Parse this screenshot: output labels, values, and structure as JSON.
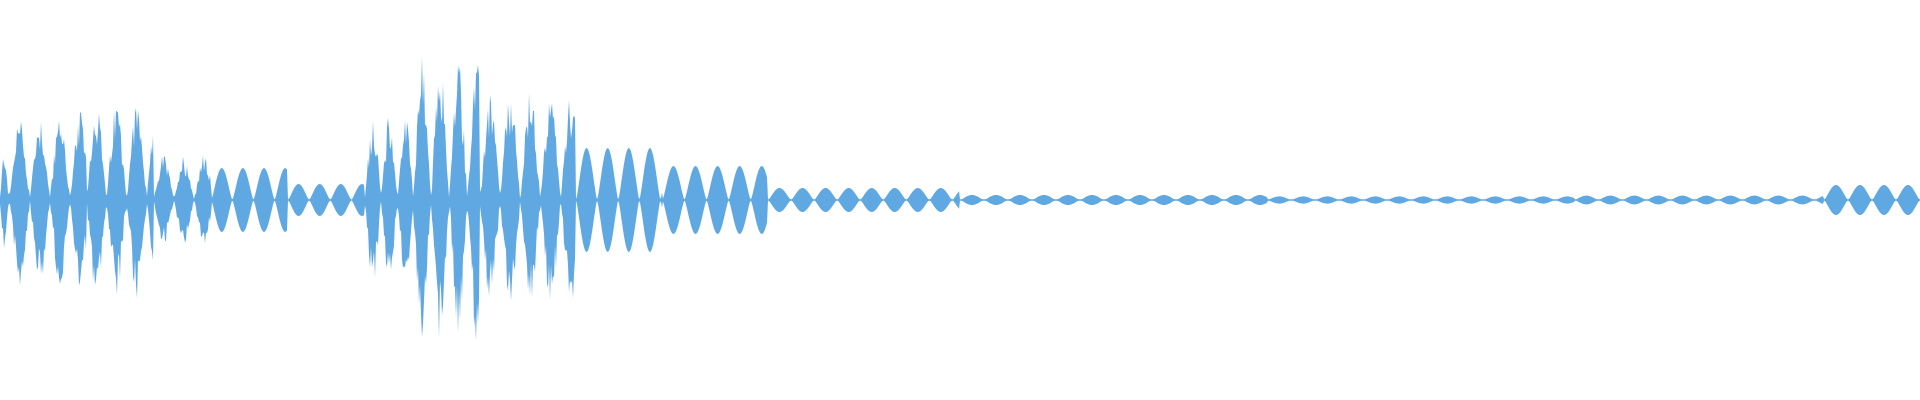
{
  "waveform": {
    "color": "#5fa8e2",
    "background": "#ffffff",
    "amplitude_scale": 1.0,
    "segments": [
      {
        "kind": "noisy",
        "from": 0.0,
        "to": 0.005,
        "amp": 0.25,
        "period": 0.0045
      },
      {
        "kind": "noisy",
        "from": 0.005,
        "to": 0.045,
        "amp": 0.42,
        "period": 0.0105
      },
      {
        "kind": "noisy",
        "from": 0.045,
        "to": 0.08,
        "amp": 0.48,
        "period": 0.0105
      },
      {
        "kind": "noisy",
        "from": 0.08,
        "to": 0.11,
        "amp": 0.22,
        "period": 0.0105
      },
      {
        "kind": "clean",
        "from": 0.11,
        "to": 0.15,
        "amp": 0.16,
        "period": 0.011
      },
      {
        "kind": "clean",
        "from": 0.15,
        "to": 0.19,
        "amp": 0.08,
        "period": 0.011
      },
      {
        "kind": "noisy",
        "from": 0.19,
        "to": 0.215,
        "amp": 0.42,
        "period": 0.0085
      },
      {
        "kind": "noisy",
        "from": 0.215,
        "to": 0.25,
        "amp": 0.68,
        "period": 0.0095
      },
      {
        "kind": "noisy",
        "from": 0.25,
        "to": 0.3,
        "amp": 0.52,
        "period": 0.0105
      },
      {
        "kind": "clean",
        "from": 0.3,
        "to": 0.345,
        "amp": 0.26,
        "period": 0.011
      },
      {
        "kind": "clean",
        "from": 0.345,
        "to": 0.4,
        "amp": 0.17,
        "period": 0.0115
      },
      {
        "kind": "clean",
        "from": 0.4,
        "to": 0.5,
        "amp": 0.06,
        "period": 0.012
      },
      {
        "kind": "clean",
        "from": 0.5,
        "to": 0.66,
        "amp": 0.025,
        "period": 0.0125
      },
      {
        "kind": "clean",
        "from": 0.66,
        "to": 0.82,
        "amp": 0.018,
        "period": 0.0125
      },
      {
        "kind": "clean",
        "from": 0.82,
        "to": 0.95,
        "amp": 0.022,
        "period": 0.0125
      },
      {
        "kind": "clean",
        "from": 0.95,
        "to": 1.0,
        "amp": 0.075,
        "period": 0.0125
      }
    ]
  }
}
